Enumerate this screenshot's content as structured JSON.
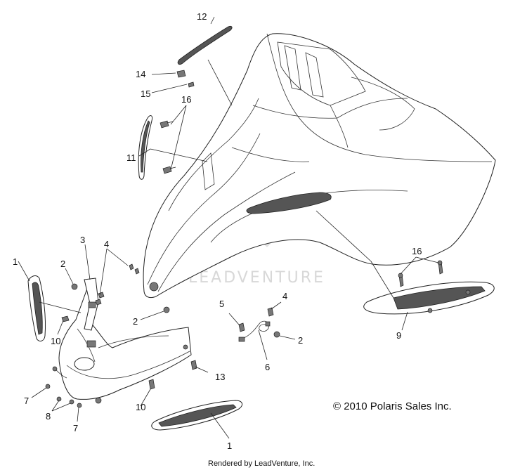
{
  "callouts": {
    "c1_left": "1",
    "c2_upper": "2",
    "c3": "3",
    "c4_left": "4",
    "c10_upper": "10",
    "c11": "11",
    "c12": "12",
    "c14": "14",
    "c15": "15",
    "c16_upper": "16",
    "c2_mid": "2",
    "c7_a": "7",
    "c8": "8",
    "c7_b": "7",
    "c10_lower": "10",
    "c13": "13",
    "c1_bottom": "1",
    "c5": "5",
    "c4_right": "4",
    "c6": "6",
    "c2_right": "2",
    "c16_right": "16",
    "c9": "9"
  },
  "watermark": "LEADVENTURE",
  "copyright": "© 2010 Polaris Sales Inc.",
  "footer": "Rendered by LeadVenture, Inc."
}
